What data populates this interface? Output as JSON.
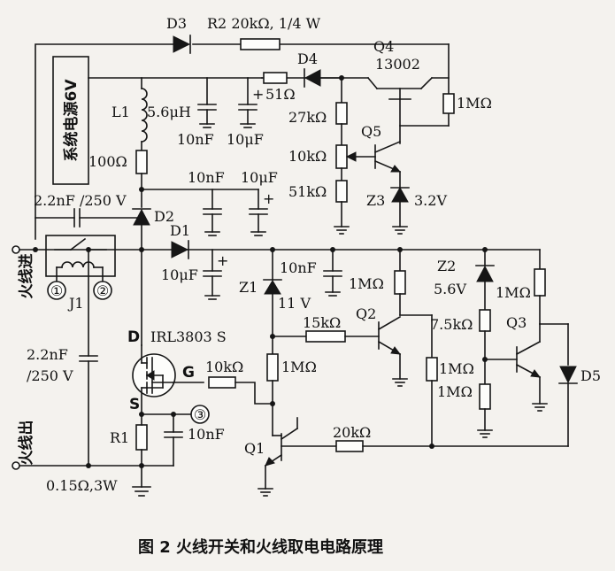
{
  "figure": {
    "caption": "图 2    火线开关和火线取电电路原理"
  },
  "power_box": {
    "label": "系统电源6V"
  },
  "terminals": {
    "live_in": "火线进",
    "live_out": "火线出",
    "node1": "①",
    "node2": "②",
    "node3": "③"
  },
  "components": {
    "D1": "D1",
    "D2": "D2",
    "D3": "D3",
    "D4": "D4",
    "D5": "D5",
    "R2": "R2 20kΩ, 1/4 W",
    "Q1": "Q1",
    "Q2": "Q2",
    "Q3": "Q3",
    "Q4": "Q4",
    "Q4_type": "13002",
    "Q5": "Q5",
    "L1": "L1",
    "L1_value": "5.6μH",
    "J1": "J1",
    "Z1": "Z1",
    "Z1_value": "11 V",
    "Z2": "Z2",
    "Z2_value": "5.6V",
    "Z3": "Z3",
    "Z3_value": "3.2V",
    "R1": "R1",
    "R1_value": "0.15Ω,3W",
    "mosfet": "IRL3803 S",
    "pin_D": "D",
    "pin_G": "G",
    "pin_S": "S",
    "c_10nF_top": "10nF",
    "c_10uF_top": "10μF",
    "c_10nF_mid": "10nF",
    "c_10uF_mid": "10μF",
    "c_10uF_d1": "10μF",
    "c_10nF_z1": "10nF",
    "c_10nF_s": "10nF",
    "c_2n2_top": "2.2nF /250 V",
    "c_2n2_left_a": "2.2nF",
    "c_2n2_left_b": "/250 V",
    "r_51": "51Ω",
    "r_27k": "27kΩ",
    "r_10k_pot": "10kΩ",
    "r_51k": "51kΩ",
    "r_1M_q4": "1MΩ",
    "r_100": "100Ω",
    "r_1M_q2": "1MΩ",
    "r_15k": "15kΩ",
    "r_10k_g": "10kΩ",
    "r_1M_mid": "1MΩ",
    "r_1M_q2e": "1MΩ",
    "r_7k5": "7.5kΩ",
    "r_1M_z2": "1MΩ",
    "r_1M_q3": "1MΩ",
    "r_20k": "20kΩ"
  }
}
